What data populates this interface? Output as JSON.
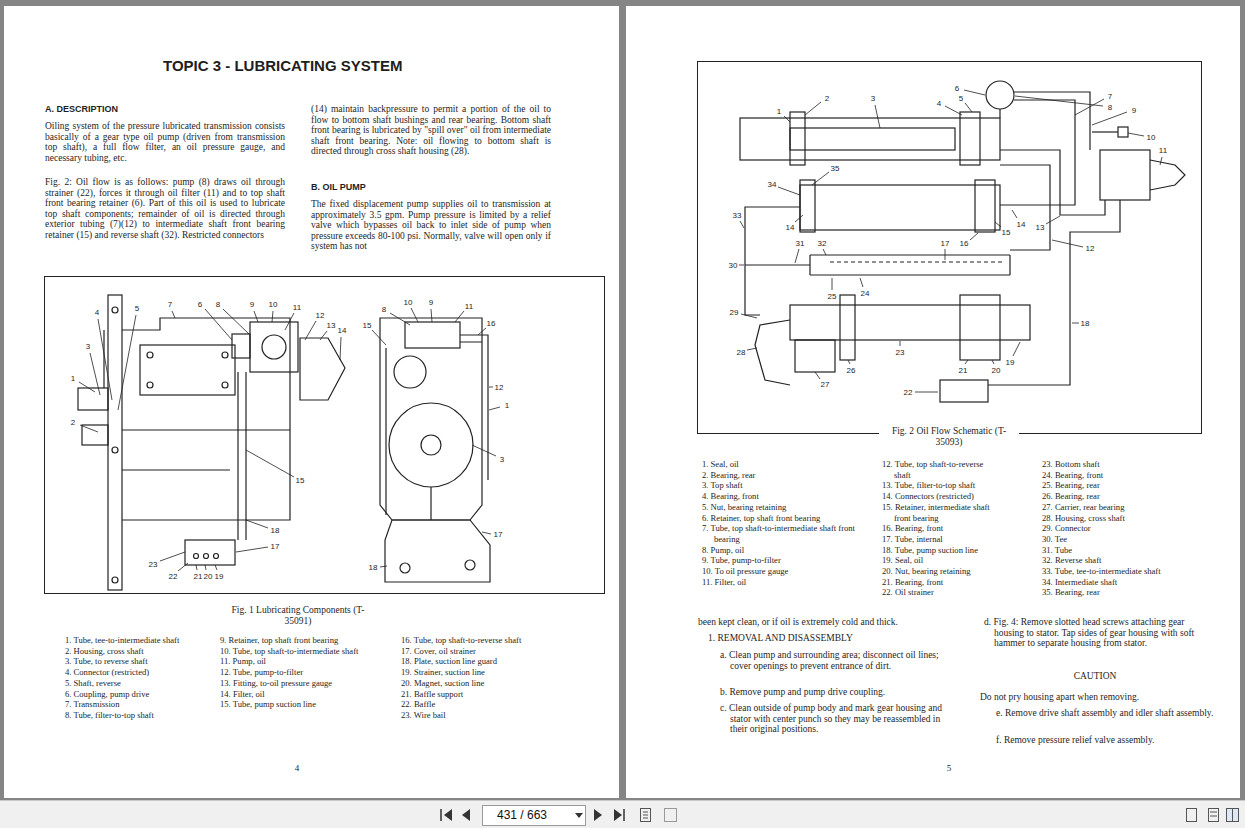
{
  "diagram": {
    "title": "TOPIC 3  - LUBRICATING SYSTEM",
    "caption": "Fig. 1 Lubricating Components (T-35091)",
    "labels": [
      "A. DESCRIPTION",
      "Oiling system of the pressure lubricated transmission consists basically of a gear type oil pump (driven from transmission top shaft), a full flow filter, an oil pressure gauge, and necessary tubing, etc.",
      "Fig. 2: Oil flow is as follows: pump (8) draws oil through strainer (22), forces it through oil filter (11) and to top shaft front bearing retainer (6). Part of this oil is used to lubricate top shaft components; remainder of oil is directed through exterior tubing (7)(12) to intermediate shaft front bearing retainer (15) and reverse shaft (32). Restricted connectors",
      "(14) maintain backpressure to permit a portion of the oil to flow to bottom shaft bushings and rear bearing. Bottom shaft front bearing is lubricated by \"spill over\" oil from intermediate shaft front bearing. Note: oil flowing to bottom shaft is directed through cross shaft housing (28).",
      "B. OIL PUMP",
      "The fixed displacement pump supplies oil to transmission at approximately 3.5 gpm. Pump pressure is limited by a relief valve which bypasses oil back to inlet side of pump when pressure exceeds 80-100 psi. Normally, valve will open only if system has not",
      "1",
      "2",
      "3",
      "4",
      "5",
      "6",
      "7",
      "8",
      "9",
      "10",
      "11",
      "12",
      "13",
      "14",
      "15",
      "17",
      "18",
      "19",
      "20",
      "21",
      "22",
      "23",
      "15",
      "8",
      "10",
      "9",
      "11",
      "16",
      "12",
      "1",
      "3",
      "17",
      "18",
      "1. Tube, tee-to-intermediate shaft",
      "2. Housing, cross shaft",
      "3. Tube, to reverse shaft",
      "4. Connector (restricted)",
      "5. Shaft, reverse",
      "6. Coupling, pump drive",
      "7. Transmission",
      "8. Tube, filter-to-top shaft",
      "9. Retainer, top shaft front bearing",
      "10. Tube, top shaft-to-intermediate shaft",
      "11. Pump, oil",
      "12. Tube, pump-to-filter",
      "13. Fitting, to-oil pressure gauge",
      "14. Filter, oil",
      "15. Tube, pump suction line",
      "16. Tube, top shaft-to-reverse shaft",
      "17. Cover, oil strainer",
      "18. Plate, suction line guard",
      "19. Strainer, suction line",
      "20. Magnet, suction line",
      "21. Baffle support",
      "22. Baffle",
      "23. Wire bail",
      "4",
      "Fig. 2 Oil Flow Schematic (T-35093)",
      "1",
      "2",
      "3",
      "4",
      "5",
      "6",
      "7",
      "8",
      "9",
      "10",
      "11",
      "35",
      "34",
      "33",
      "14",
      "16",
      "15",
      "14",
      "13",
      "17",
      "12",
      "32",
      "31",
      "30",
      "25",
      "24",
      "29",
      "18",
      "28",
      "19",
      "21",
      "20",
      "23",
      "26",
      "27",
      "22",
      "1. Seal, oil",
      "2. Bearing, rear",
      "3. Top shaft",
      "4. Bearing, front",
      "5. Nut, bearing retaining",
      "6. Retainer, top shaft front bearing",
      "7. Tube, top shaft-to-intermediate shaft front bearing",
      "8. Pump, oil",
      "9. Tube, pump-to-filter",
      "10. To oil pressure gauge",
      "11. Filter, oil",
      "12. Tube, top shaft-to-reverse shaft",
      "13. Tube, filter-to-top shaft",
      "14. Connectors (restricted)",
      "15. Retainer, intermediate shaft front bearing",
      "16. Bearing, front",
      "17. Tube, internal",
      "18. Tube, pump suction line",
      "19. Seal, oil",
      "20. Nut, bearing retaining",
      "21. Bearing, front",
      "22. Oil strainer",
      "23. Bottom shaft",
      "24. Bearing, front",
      "25. Bearing, rear",
      "26. Bearing, rear",
      "27. Carrier, rear bearing",
      "28. Housing, cross shaft",
      "29. Connector",
      "30. Tee",
      "31. Tube",
      "32. Reverse shaft",
      "33. Tube, tee-to-intermediate shaft",
      "34. Intermediate shaft",
      "35. Bearing, rear",
      "been kept clean, or if oil is extremely cold and thick.",
      "1. REMOVAL AND DISASSEMBLY",
      "a. Clean pump and surrounding area; disconnect oil lines; cover openings to prevent entrance of dirt.",
      "b. Remove pump and pump drive coupling.",
      "c. Clean outside of pump body and mark gear housing and stator with center punch so they may be reassembled in their original positions.",
      "d. Fig. 4: Remove slotted head screws attaching gear housing to stator. Tap sides of gear housing with soft hammer to separate housing from stator.",
      "CAUTION",
      "Do not pry housing apart when removing.",
      "e. Remove drive shaft assembly and idler shaft assembly.",
      "f. Remove pressure relief valve assembly.",
      "5",
      "431 / 663"
    ]
  }
}
